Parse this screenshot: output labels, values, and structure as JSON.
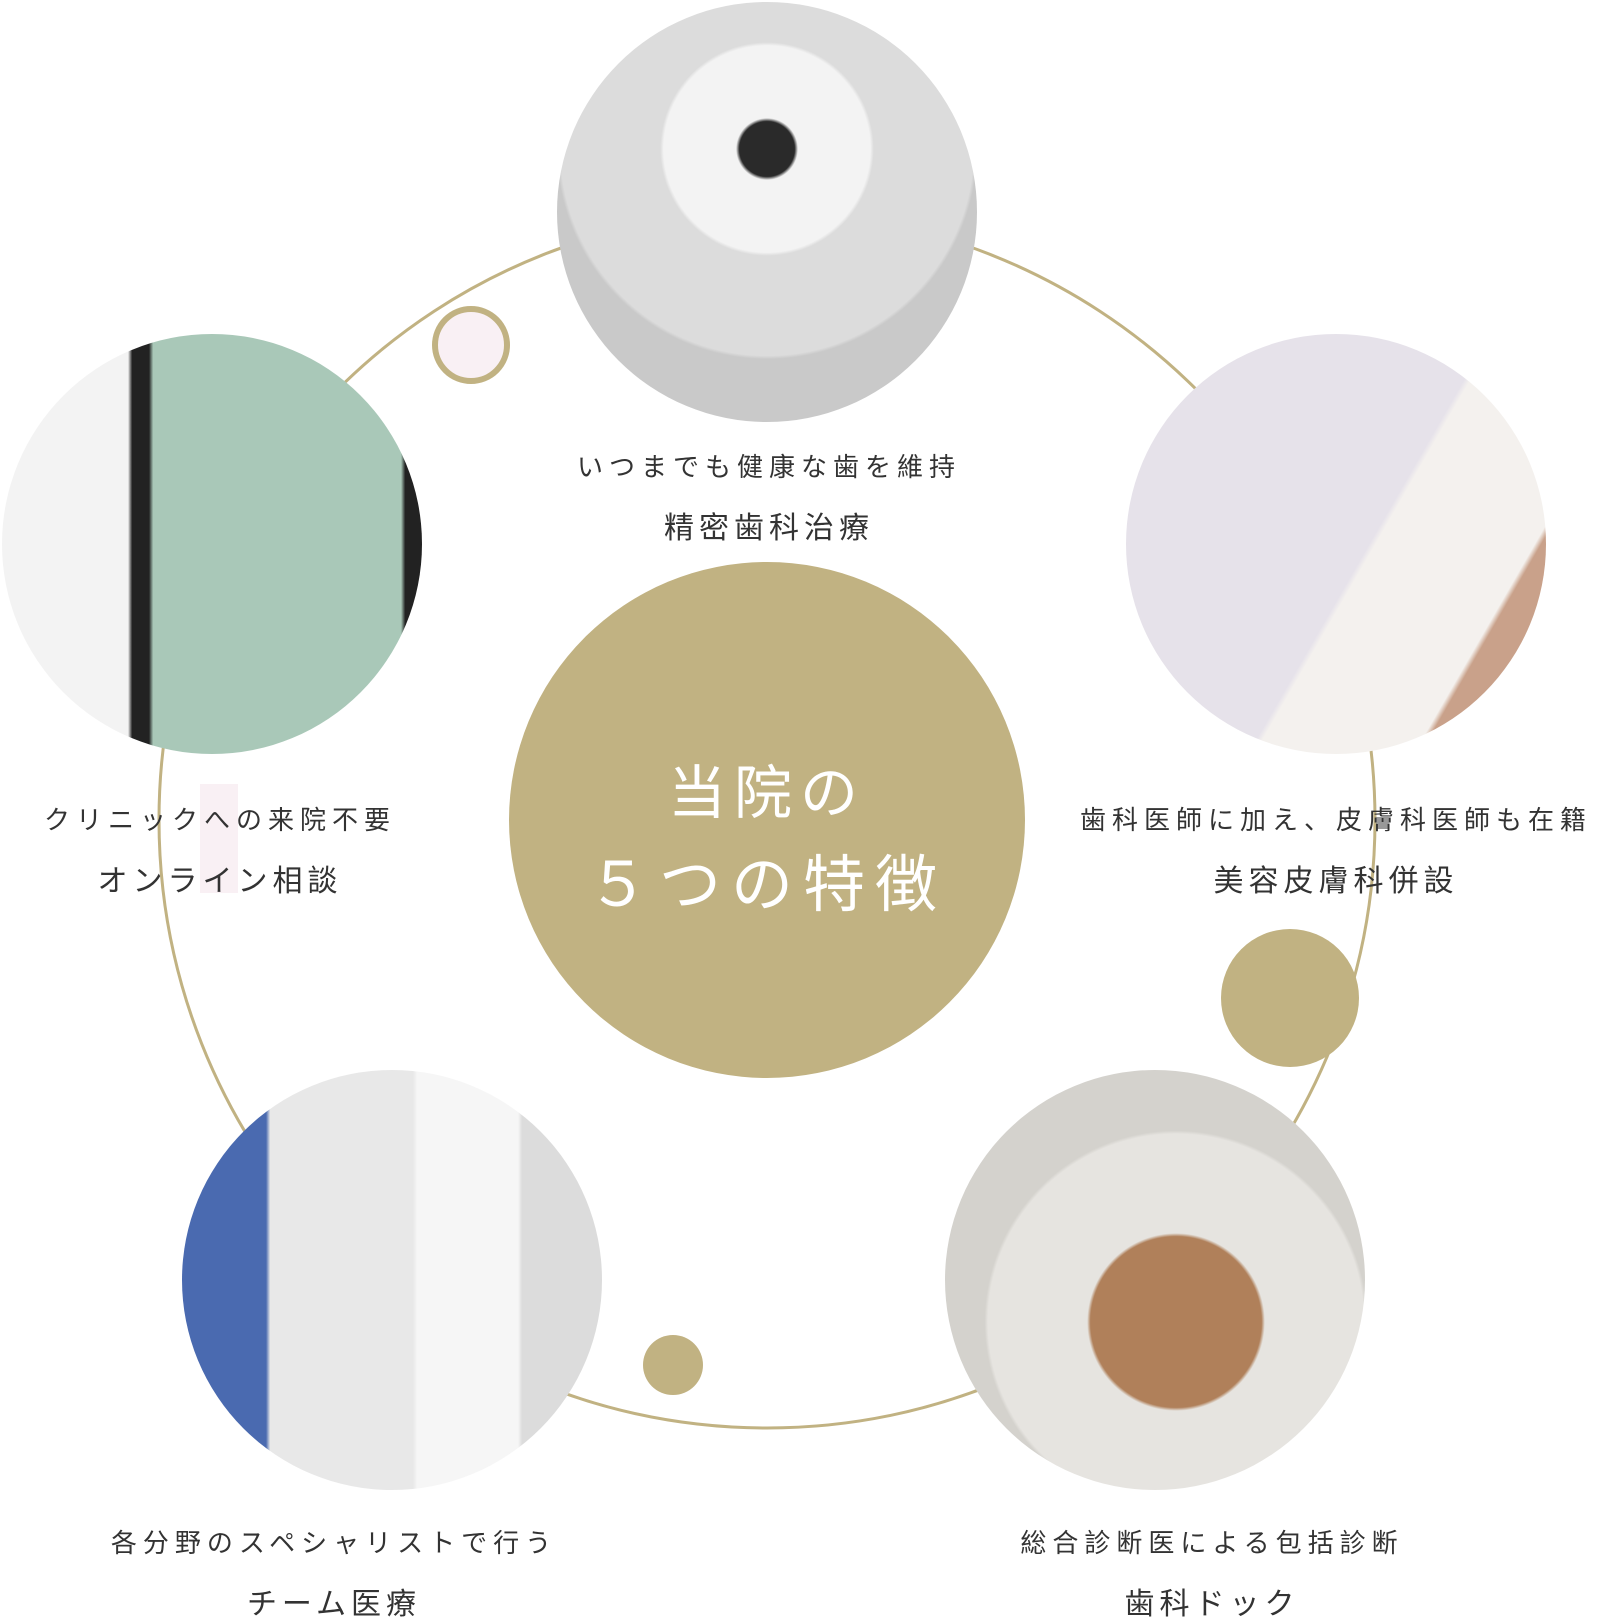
{
  "center": {
    "line1": "当院の",
    "line2": "５つの特徴"
  },
  "colors": {
    "gold": "#c1b282",
    "pink": "#f9f0f4",
    "text": "#333333"
  },
  "features": [
    {
      "sub": "いつまでも健康な歯を維持",
      "main": "精密歯科治療",
      "photo": "dental-microscope"
    },
    {
      "sub": "歯科医師に加え、皮膚科医師も在籍",
      "main": "美容皮膚科併設",
      "photo": "doctor-with-clipboard"
    },
    {
      "sub": "総合診断医による包括診断",
      "main": "歯科ドック",
      "photo": "dental-chair"
    },
    {
      "sub": "各分野のスペシャリストで行う",
      "main": "チーム医療",
      "photo": "doctor-with-scanner"
    },
    {
      "sub": "クリニックへの来院不要",
      "main": "オンライン相談",
      "photo": "online-consultation"
    }
  ]
}
